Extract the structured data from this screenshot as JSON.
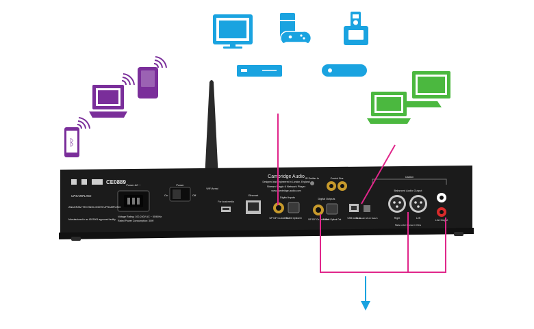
{
  "colors": {
    "blue_devices": "#1aa3e0",
    "purple_devices": "#7a2e9a",
    "green_devices": "#4bb83f",
    "connector_lines": "#e0268a",
    "output_arrow": "#1aa3e0",
    "chassis": "#1b1b1b"
  },
  "icons": {
    "top_devices": [
      "tv-icon",
      "game-console-icon",
      "ipod-dock-icon",
      "blu-ray-player-icon",
      "set-top-box-icon"
    ],
    "wireless_devices": [
      "smartphone-bluetooth-icon",
      "laptop-wifi-icon",
      "handheld-wifi-icon"
    ],
    "usb_devices": [
      "laptop-icon",
      "desktop-computer-icon"
    ]
  },
  "rear_panel": {
    "power_label": "Power AC ~",
    "power_switch_label": "Power",
    "on": "On",
    "off": "Off",
    "ce_mark": "CE0889",
    "upsampling": "UPSAMPLING",
    "anagram": "ANAGRAM TECHNOLOGIES UPSAMPLING",
    "manufactured": "Manufactured in an ISO9001 approved facility",
    "voltage": "Voltage Rating: 100-240V AC ~ 50/60Hz",
    "consumption": "Rated Power Consumption: 30W",
    "wifi_aerial": "WiFi Aerial",
    "usb_label": "For local media",
    "ethernet": "Ethernet",
    "brand": "Cambridge Audio",
    "brand_sub": "Designed and engineered in London, England",
    "model": "Stream Magic 6 Network Player",
    "url": "www.cambridge-audio.com",
    "digital_inputs": "Digital Inputs",
    "spdif_in": "S/P DIF Co-axial In",
    "toslink_in": "Toslink Optical In",
    "ir_emitter": "IR Emitter In",
    "control_bus": "Control Bus",
    "digital_outputs": "Digital Outputs",
    "spdif_out": "S/P DIF Co-axial Out",
    "toslink_out": "Toslink Optical Out",
    "usb_audio_in": "USB Audio In",
    "bt_switch": "Bluetooth/ Wi-Fi Switch",
    "caution": "Caution",
    "balanced_output": "Balanced Audio Output",
    "right": "Right",
    "left": "Left",
    "line_output": "Line Output",
    "made_in": "Made under license in China"
  }
}
